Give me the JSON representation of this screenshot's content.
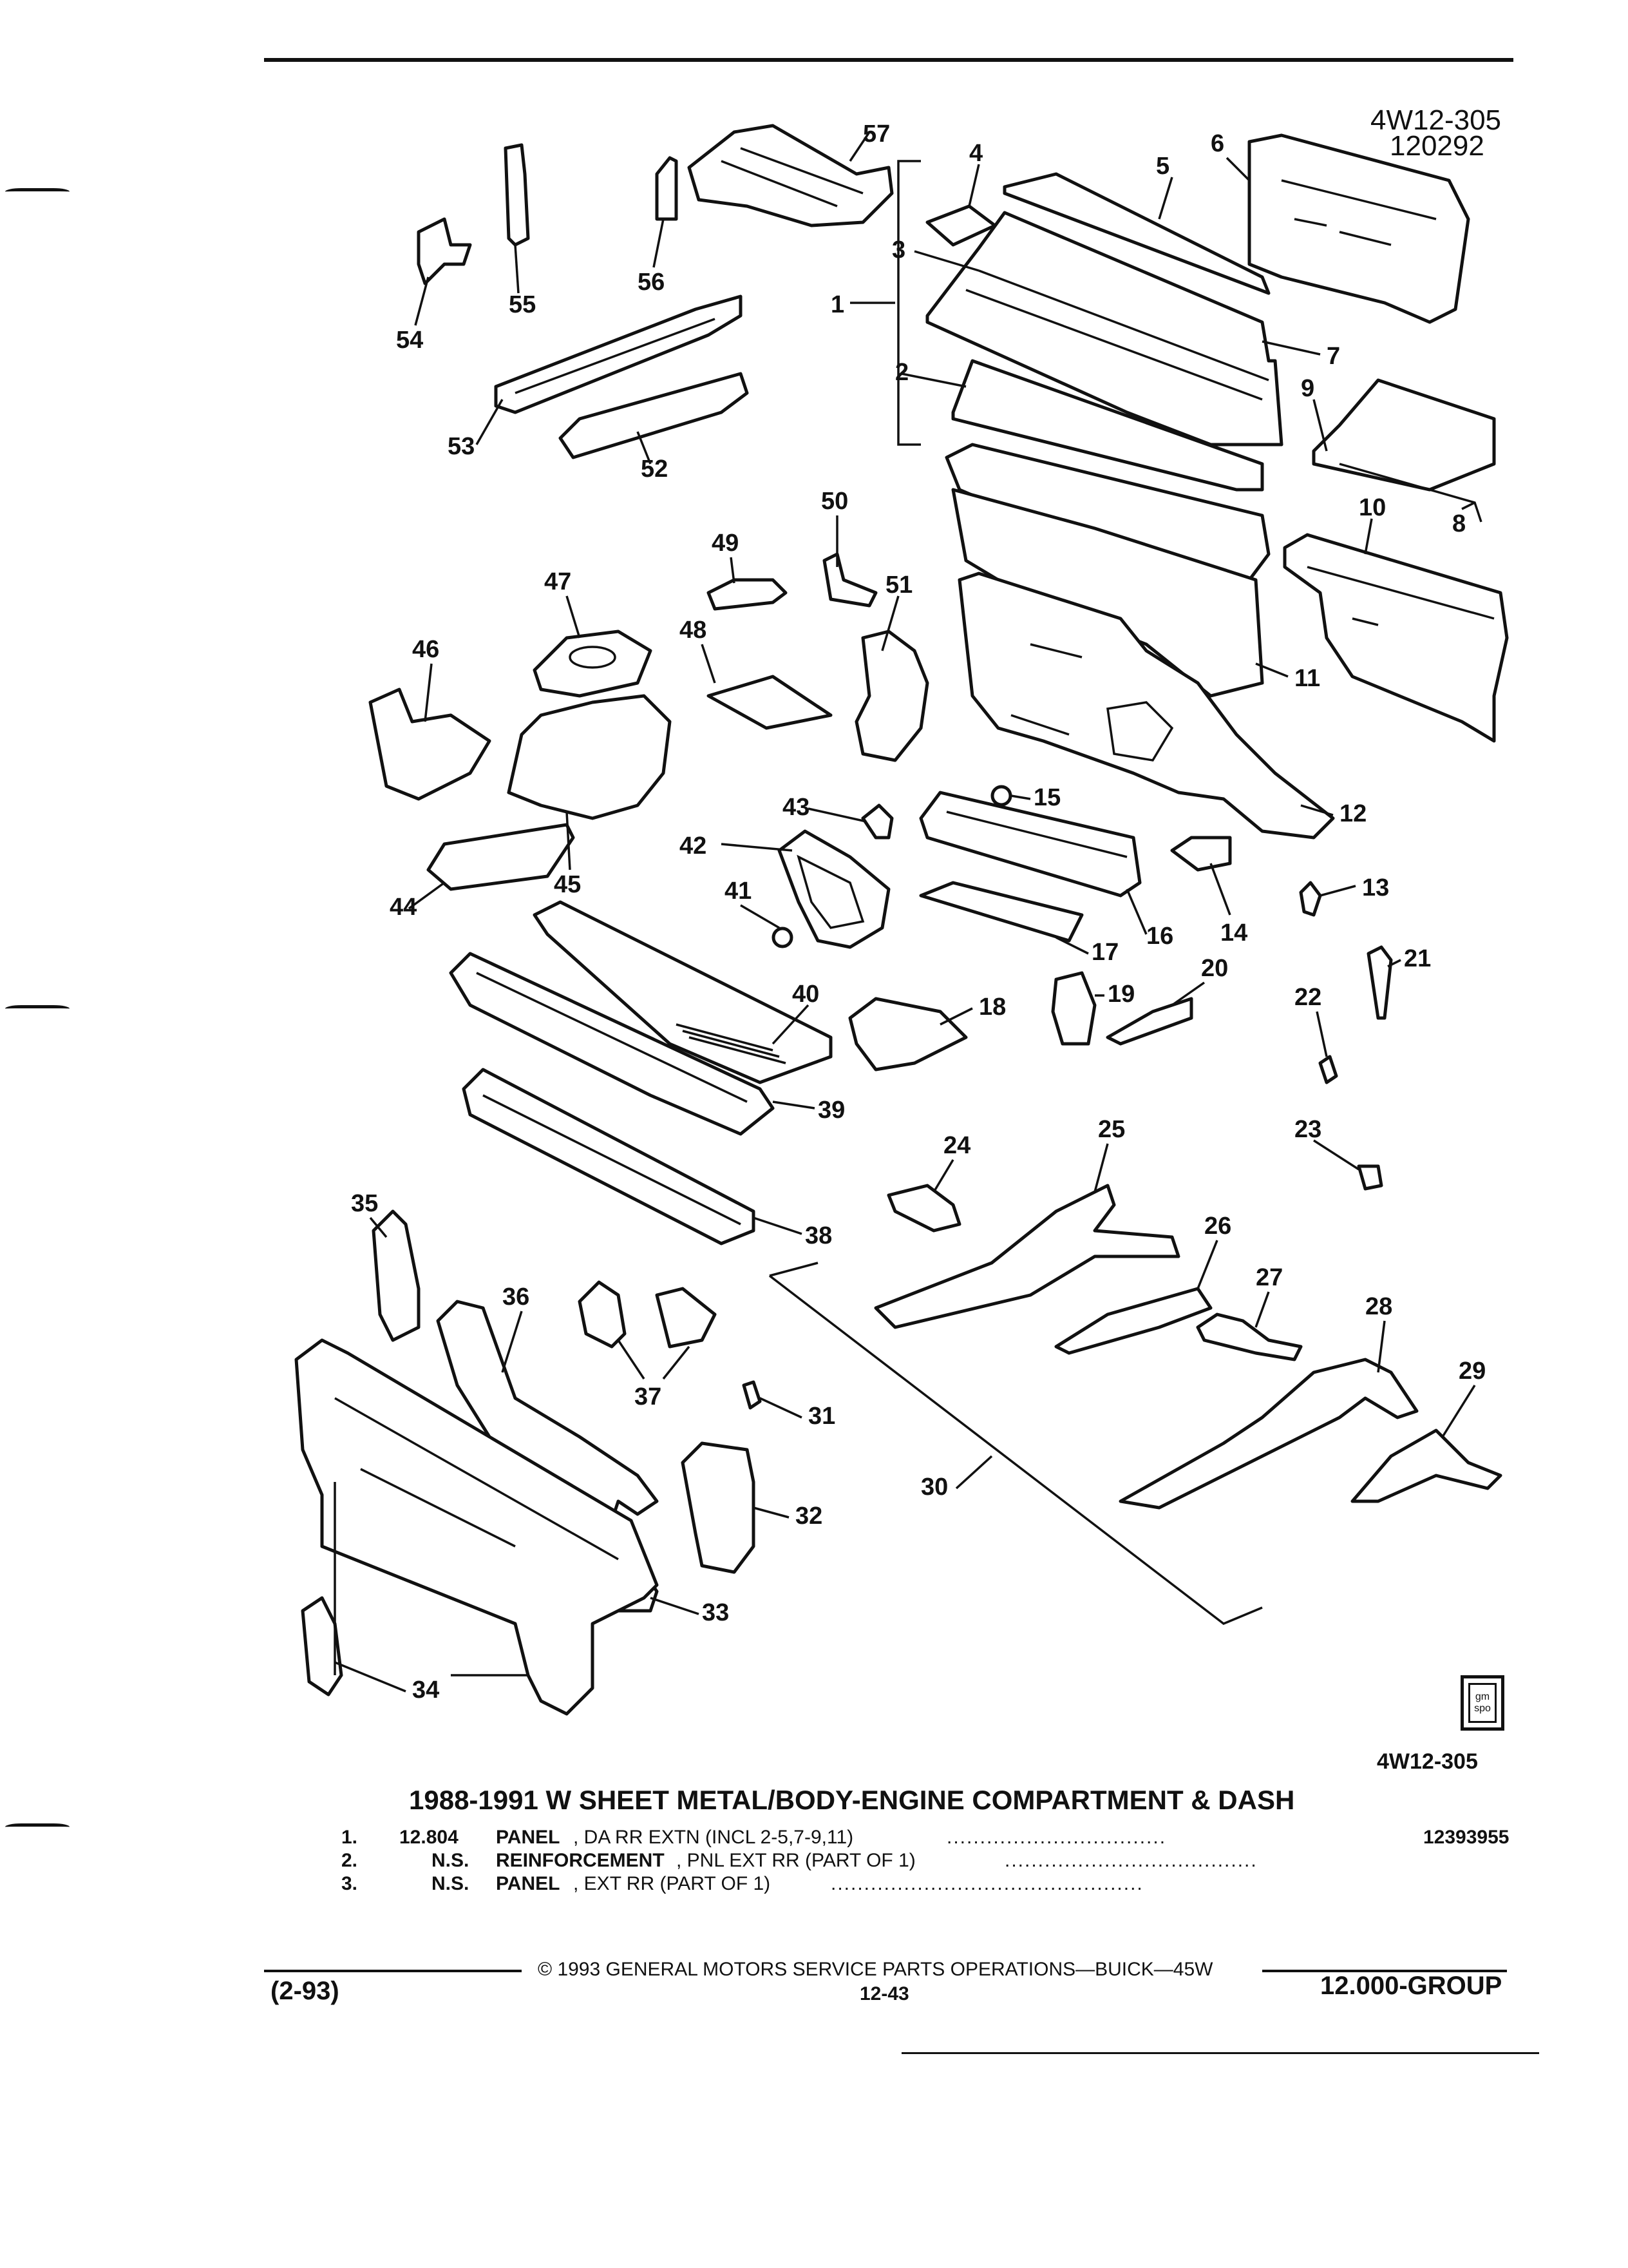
{
  "header": {
    "figure_code": "4W12-305",
    "figure_date": "120292"
  },
  "figure_code_bottom": "4W12-305",
  "title": "1988-1991 W SHEET METAL/BODY-ENGINE COMPARTMENT & DASH",
  "parts_list": [
    {
      "num": "1.",
      "code": "12.804",
      "name": "PANEL",
      "desc": ", DA RR EXTN (INCL 2-5,7-9,11)",
      "dots": ".................................",
      "part_no": "12393955"
    },
    {
      "num": "2.",
      "code": "N.S.",
      "name": "REINFORCEMENT",
      "desc": ", PNL EXT RR (PART OF 1)",
      "dots": "......................................",
      "part_no": ""
    },
    {
      "num": "3.",
      "code": "N.S.",
      "name": "PANEL",
      "desc": ", EXT RR (PART OF 1)",
      "dots": "...............................................",
      "part_no": ""
    }
  ],
  "footer": {
    "copyright": "© 1993 GENERAL MOTORS SERVICE PARTS OPERATIONS—BUICK—45W",
    "page": "12-43",
    "date": "(2-93)",
    "group": "12.000-GROUP"
  },
  "logo": {
    "text": "gm spo"
  },
  "callouts": [
    "57",
    "4",
    "5",
    "6",
    "3",
    "1",
    "7",
    "2",
    "9",
    "8",
    "10",
    "11",
    "12",
    "13",
    "14",
    "15",
    "16",
    "17",
    "18",
    "19",
    "20",
    "21",
    "22",
    "23",
    "24",
    "25",
    "26",
    "27",
    "28",
    "29",
    "30",
    "31",
    "32",
    "33",
    "34",
    "35",
    "36",
    "37",
    "38",
    "39",
    "40",
    "41",
    "42",
    "43",
    "44",
    "45",
    "46",
    "47",
    "48",
    "49",
    "50",
    "51",
    "52",
    "53",
    "54",
    "55",
    "56"
  ]
}
